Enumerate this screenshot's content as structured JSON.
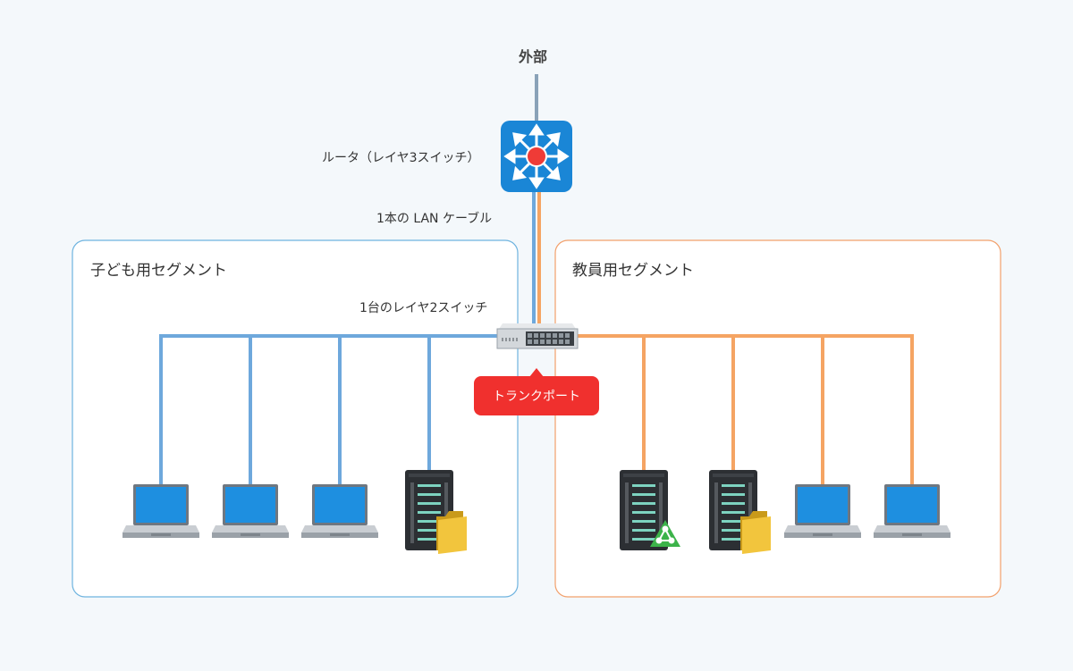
{
  "external_label": "外部",
  "router": {
    "label": "ルータ（レイヤ3スイッチ）",
    "icon": "router-icon"
  },
  "cable_label": "1本の LAN ケーブル",
  "switch": {
    "label": "1台のレイヤ2スイッチ",
    "icon": "switch-icon"
  },
  "trunk_port_label": "トランクポート",
  "segments": {
    "children": {
      "title": "子ども用セグメント",
      "color": "#6ea8dc",
      "devices": [
        "laptop-icon",
        "laptop-icon",
        "laptop-icon",
        "file-server-icon"
      ]
    },
    "teachers": {
      "title": "教員用セグメント",
      "color": "#f5a463",
      "devices": [
        "shared-server-icon",
        "file-server-icon",
        "laptop-icon",
        "laptop-icon"
      ]
    }
  },
  "colors": {
    "blue_line": "#6ea8dc",
    "orange_line": "#f5a463",
    "external_line": "#8aa2b8",
    "router_bg": "#1a86d6",
    "callout_bg": "#f0302e"
  }
}
